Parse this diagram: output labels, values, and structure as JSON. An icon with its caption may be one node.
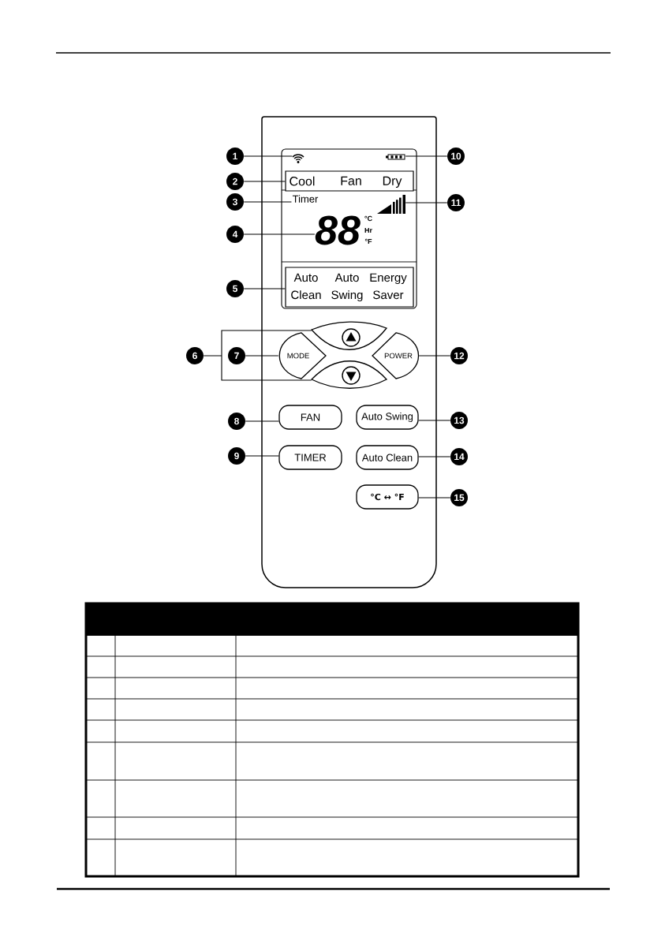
{
  "diagram": {
    "nodes": [
      {
        "text": [
          "1"
        ]
      },
      {
        "text": [],
        "shape": "picture"
      },
      {
        "text": [
          "10"
        ]
      },
      {
        "text": [],
        "shape": "picture"
      },
      {
        "text": [
          "2"
        ]
      },
      {
        "text": [
          "Cool",
          "Fan",
          "Dry"
        ]
      },
      {
        "text": [
          "3"
        ]
      },
      {
        "text": [
          "Timer"
        ]
      },
      {
        "text": [
          "11"
        ]
      },
      {
        "text": [],
        "shape": "picture"
      },
      {
        "text": [
          "4"
        ]
      },
      {
        "text": [
          "88"
        ],
        "beside": [
          "°C",
          "Hr",
          "°F"
        ]
      },
      {
        "text": [
          "5"
        ]
      },
      {
        "text": [
          "Auto Clean",
          "Auto Swing",
          "Energy Saver"
        ]
      },
      {
        "text": [],
        "shape": "button"
      },
      {
        "text": [
          "6"
        ]
      },
      {
        "text": [
          "7"
        ]
      },
      {
        "text": [
          "MODE"
        ]
      },
      {
        "text": [
          "POWER"
        ]
      },
      {
        "text": [
          "12"
        ]
      },
      {
        "text": [],
        "shape": "button"
      },
      {
        "text": [
          "8"
        ]
      },
      {
        "text": [
          "FAN"
        ]
      },
      {
        "text": [
          "Auto Swing"
        ]
      },
      {
        "text": [
          "13"
        ]
      },
      {
        "text": [
          "9"
        ]
      },
      {
        "text": [
          "TIMER"
        ]
      },
      {
        "text": [
          "Auto Clean"
        ]
      },
      {
        "text": [
          "14"
        ]
      },
      {
        "text": [
          "°C ↔ °F"
        ]
      },
      {
        "text": [
          "15"
        ]
      }
    ],
    "edges": [
      {
        "from": 0,
        "to": 1,
        "arrow": "none"
      },
      {
        "from": 2,
        "to": 3,
        "arrow": "none"
      },
      {
        "from": 4,
        "to": 5,
        "arrow": "none"
      },
      {
        "from": 6,
        "to": 7,
        "arrow": "none"
      },
      {
        "from": 8,
        "to": 9,
        "arrow": "none"
      },
      {
        "from": 10,
        "to": 11,
        "arrow": "none"
      },
      {
        "from": 12,
        "to": 13,
        "arrow": "none"
      },
      {
        "from": 15,
        "to": 14,
        "arrow": "none"
      },
      {
        "from": 15,
        "to": 20,
        "arrow": "none"
      },
      {
        "from": 16,
        "to": 17,
        "arrow": "none"
      },
      {
        "from": 19,
        "to": 18,
        "arrow": "none"
      },
      {
        "from": 21,
        "to": 22,
        "arrow": "none"
      },
      {
        "from": 24,
        "to": 23,
        "arrow": "none"
      },
      {
        "from": 25,
        "to": 26,
        "arrow": "none"
      },
      {
        "from": 28,
        "to": 27,
        "arrow": "none"
      },
      {
        "from": 30,
        "to": 29,
        "arrow": "none"
      }
    ]
  }
}
